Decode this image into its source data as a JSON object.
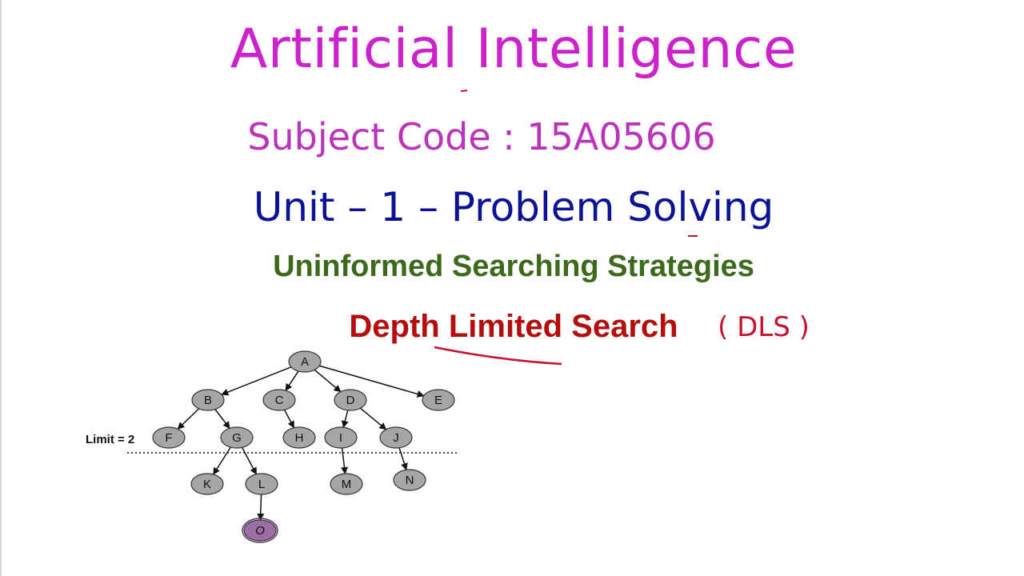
{
  "slide": {
    "title": "Artificial Intelligence",
    "subject_code": "Subject Code : 15A05606",
    "unit": "Unit – 1 – Problem Solving",
    "topic": "Uninformed Searching Strategies",
    "method": "Depth Limited Search",
    "handwritten_note": "( DLS )",
    "colors": {
      "title": "#cc22cc",
      "subject": "#bb33bb",
      "unit": "#0a1296",
      "topic": "#3c6a1c",
      "method": "#b50d0d",
      "annotation": "#c8102e",
      "node_fill": "#a6a6a6",
      "goal_fill": "#9b6fa3"
    }
  },
  "tree": {
    "limit_label": "Limit = 2",
    "nodes": [
      {
        "id": "A",
        "label": "A",
        "depth": 0
      },
      {
        "id": "B",
        "label": "B",
        "depth": 1
      },
      {
        "id": "C",
        "label": "C",
        "depth": 1
      },
      {
        "id": "D",
        "label": "D",
        "depth": 1
      },
      {
        "id": "E",
        "label": "E",
        "depth": 1
      },
      {
        "id": "F",
        "label": "F",
        "depth": 2
      },
      {
        "id": "G",
        "label": "G",
        "depth": 2
      },
      {
        "id": "H",
        "label": "H",
        "depth": 2
      },
      {
        "id": "I",
        "label": "I",
        "depth": 2
      },
      {
        "id": "J",
        "label": "J",
        "depth": 2
      },
      {
        "id": "K",
        "label": "K",
        "depth": 3
      },
      {
        "id": "L",
        "label": "L",
        "depth": 3
      },
      {
        "id": "M",
        "label": "M",
        "depth": 3
      },
      {
        "id": "N",
        "label": "N",
        "depth": 3
      },
      {
        "id": "O",
        "label": "O",
        "depth": 4,
        "goal": true
      }
    ],
    "edges": [
      [
        "A",
        "B"
      ],
      [
        "A",
        "C"
      ],
      [
        "A",
        "D"
      ],
      [
        "A",
        "E"
      ],
      [
        "B",
        "F"
      ],
      [
        "B",
        "G"
      ],
      [
        "C",
        "H"
      ],
      [
        "D",
        "I"
      ],
      [
        "D",
        "J"
      ],
      [
        "G",
        "K"
      ],
      [
        "G",
        "L"
      ],
      [
        "I",
        "M"
      ],
      [
        "J",
        "N"
      ],
      [
        "L",
        "O"
      ]
    ]
  }
}
